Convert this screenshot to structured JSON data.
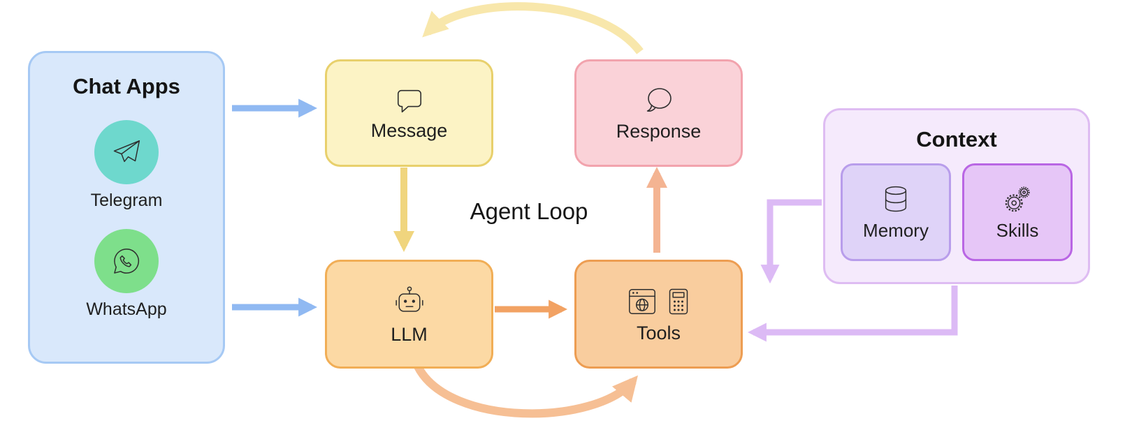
{
  "diagram": {
    "agent_loop_label": "Agent Loop",
    "chat_apps": {
      "title": "Chat Apps",
      "apps": [
        {
          "label": "Telegram"
        },
        {
          "label": "WhatsApp"
        }
      ]
    },
    "nodes": {
      "message": {
        "label": "Message"
      },
      "response": {
        "label": "Response"
      },
      "llm": {
        "label": "LLM"
      },
      "tools": {
        "label": "Tools"
      }
    },
    "context": {
      "title": "Context",
      "memory": {
        "label": "Memory"
      },
      "skills": {
        "label": "Skills"
      }
    },
    "icons": {
      "telegram": "paper-plane-icon",
      "whatsapp": "phone-speech-bubble-icon",
      "message": "square-speech-bubble-icon",
      "response": "round-speech-bubble-icon",
      "llm": "robot-icon",
      "tools_browser": "browser-globe-icon",
      "tools_calculator": "calculator-icon",
      "memory": "database-icon",
      "skills": "gears-icon"
    }
  },
  "colors": {
    "chat-fill": "#d9e8fb",
    "chat-border": "#a6c9f4",
    "message-fill": "#fcf3c5",
    "message-border": "#e8d06c",
    "response-fill": "#fad2d8",
    "response-border": "#f2a3ad",
    "llm-fill": "#fcd9a4",
    "llm-border": "#f1ae56",
    "tools-fill": "#f9cd9e",
    "tools-border": "#ed9d52",
    "context-fill": "#f5eafc",
    "context-border": "#debcf2",
    "memory-fill": "#dfd3f8",
    "memory-border": "#b89deb",
    "skills-fill": "#e6c6f7",
    "skills-border": "#b966e4",
    "telegram": "#6ed8cd",
    "whatsapp": "#7edf8b",
    "arrow-blue": "#90b9f2",
    "arrow-yellow": "#f0d57e",
    "arrow-yellow-light": "#f8e7ab",
    "arrow-orange": "#f2a263",
    "arrow-salmon": "#f4b492",
    "arrow-orange-light": "#f6bf94",
    "arrow-purple": "#dcbaf5",
    "icon-stroke": "#2e2e2e"
  }
}
